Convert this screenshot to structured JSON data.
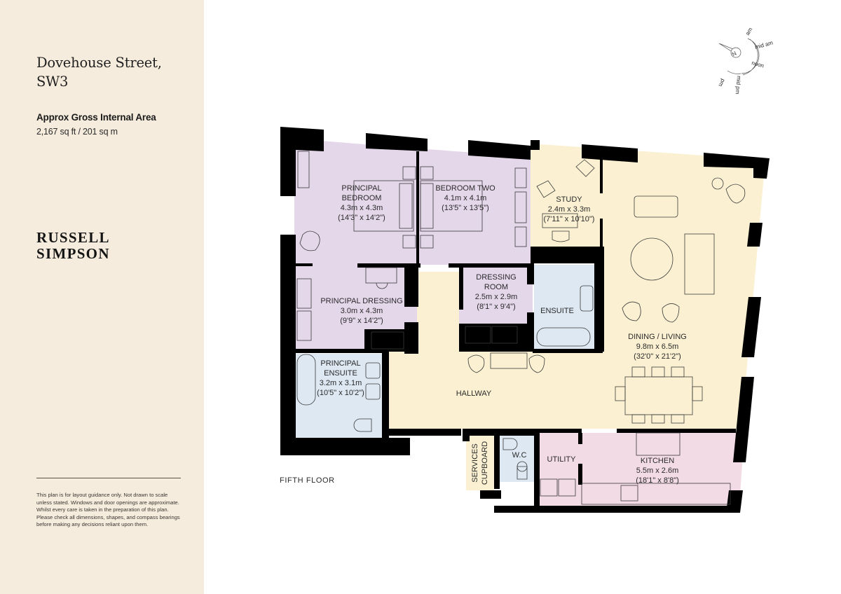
{
  "sidebar": {
    "address_line1": "Dovehouse Street,",
    "address_line2": "SW3",
    "area_title": "Approx Gross Internal Area",
    "area_value": "2,167 sq ft / 201 sq m",
    "brand_line1": "RUSSELL",
    "brand_line2": "SIMPSON",
    "disclaimer": "This plan is for layout guidance only. Not drawn to scale unless stated. Windows and door openings are approximate. Whilst every care is taken in the preparation of this plan. Please check all dimensions, shapes, and compass bearings before making any decisions reliant upon them."
  },
  "plan": {
    "floor_label": "FIFTH FLOOR",
    "colors": {
      "bedroom": "#e4d7ea",
      "living": "#fbf1d2",
      "bathroom": "#dde8f3",
      "kitchen": "#f3dbe6",
      "wall": "#000000",
      "sidebar": "#f5ecdd"
    },
    "rooms": {
      "principal_bedroom": {
        "name1": "PRINCIPAL",
        "name2": "BEDROOM",
        "metric": "4.3m x 4.3m",
        "imperial": "(14'3\" x 14'2\")"
      },
      "bedroom_two": {
        "name1": "BEDROOM TWO",
        "metric": "4.1m x 4.1m",
        "imperial": "(13'5\" x 13'5\")"
      },
      "study": {
        "name1": "STUDY",
        "metric": "2.4m x 3.3m",
        "imperial": "(7'11\" x 10'10\")"
      },
      "principal_dressing": {
        "name1": "PRINCIPAL DRESSING",
        "metric": "3.0m x 4.3m",
        "imperial": "(9'9\" x 14'2\")"
      },
      "dressing_room": {
        "name1": "DRESSING",
        "name2": "ROOM",
        "metric": "2.5m x 2.9m",
        "imperial": "(8'1\" x 9'4\")"
      },
      "ensuite": {
        "name1": "ENSUITE"
      },
      "dining_living": {
        "name1": "DINING / LIVING",
        "metric": "9.8m x 6.5m",
        "imperial": "(32'0\" x 21'2\")"
      },
      "principal_ensuite": {
        "name1": "PRINCIPAL",
        "name2": "ENSUITE",
        "metric": "3.2m x 3.1m",
        "imperial": "(10'5\" x 10'2\")"
      },
      "hallway": {
        "name1": "HALLWAY"
      },
      "services_cupboard": {
        "name1": "SERVICES",
        "name2": "CUPBOARD"
      },
      "wc": {
        "name1": "W.C"
      },
      "utility": {
        "name1": "UTILITY"
      },
      "kitchen": {
        "name1": "KITCHEN",
        "metric": "5.5m x 2.6m",
        "imperial": "(18'1\" x 8'8\")"
      }
    },
    "compass": {
      "north": "N",
      "labels": [
        "am",
        "mid am",
        "noon",
        "mid pm",
        "pm"
      ]
    }
  }
}
